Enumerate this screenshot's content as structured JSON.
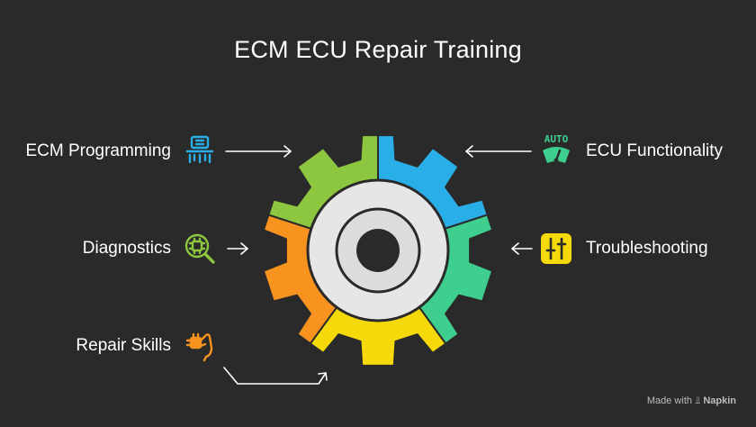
{
  "title": "ECM ECU Repair Training",
  "items": {
    "ecm_programming": {
      "label": "ECM Programming",
      "color": "#29aee8",
      "icon": "circuit-board-icon"
    },
    "diagnostics": {
      "label": "Diagnostics",
      "color": "#8dc63f",
      "icon": "chip-magnifier-icon"
    },
    "repair_skills": {
      "label": "Repair Skills",
      "color": "#f7931e",
      "icon": "hand-chip-icon"
    },
    "ecu_functionality": {
      "label": "ECU Functionality",
      "color": "#3ecf8e",
      "icon": "auto-gauge-icon",
      "icon_text": "AUTO"
    },
    "troubleshooting": {
      "label": "Troubleshooting",
      "color": "#f5d90a",
      "icon": "tools-sliders-icon"
    }
  },
  "footer": {
    "prefix": "Made with",
    "brand": "Napkin"
  }
}
